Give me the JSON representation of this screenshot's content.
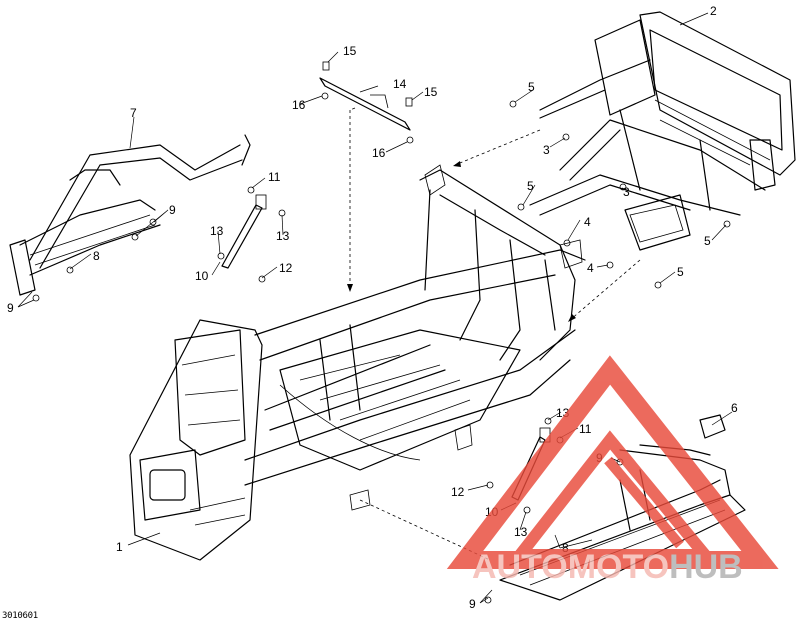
{
  "diagram": {
    "callouts": [
      {
        "id": "c1",
        "label": "1"
      },
      {
        "id": "c2",
        "label": "2"
      },
      {
        "id": "c3a",
        "label": "3"
      },
      {
        "id": "c3b",
        "label": "3"
      },
      {
        "id": "c4a",
        "label": "4"
      },
      {
        "id": "c4b",
        "label": "4"
      },
      {
        "id": "c5a",
        "label": "5"
      },
      {
        "id": "c5b",
        "label": "5"
      },
      {
        "id": "c5c",
        "label": "5"
      },
      {
        "id": "c5d",
        "label": "5"
      },
      {
        "id": "c6",
        "label": "6"
      },
      {
        "id": "c7",
        "label": "7"
      },
      {
        "id": "c8a",
        "label": "8"
      },
      {
        "id": "c8b",
        "label": "8"
      },
      {
        "id": "c9a",
        "label": "9"
      },
      {
        "id": "c9b",
        "label": "9"
      },
      {
        "id": "c9c",
        "label": "9"
      },
      {
        "id": "c9d",
        "label": "9"
      },
      {
        "id": "c10a",
        "label": "10"
      },
      {
        "id": "c10b",
        "label": "10"
      },
      {
        "id": "c11a",
        "label": "11"
      },
      {
        "id": "c11b",
        "label": "11"
      },
      {
        "id": "c12a",
        "label": "12"
      },
      {
        "id": "c12b",
        "label": "12"
      },
      {
        "id": "c13a",
        "label": "13"
      },
      {
        "id": "c13b",
        "label": "13"
      },
      {
        "id": "c13c",
        "label": "13"
      },
      {
        "id": "c13d",
        "label": "13"
      },
      {
        "id": "c14",
        "label": "14"
      },
      {
        "id": "c15a",
        "label": "15"
      },
      {
        "id": "c15b",
        "label": "15"
      },
      {
        "id": "c16a",
        "label": "16"
      },
      {
        "id": "c16b",
        "label": "16"
      }
    ],
    "drawing_code": "3010601"
  },
  "watermark": {
    "text_part1": "AUTOMOTO",
    "text_part2": "HUB",
    "color_part1": "#f5b8b0",
    "color_part2": "#b0b0b0",
    "triangle_color": "#e84a3a"
  }
}
